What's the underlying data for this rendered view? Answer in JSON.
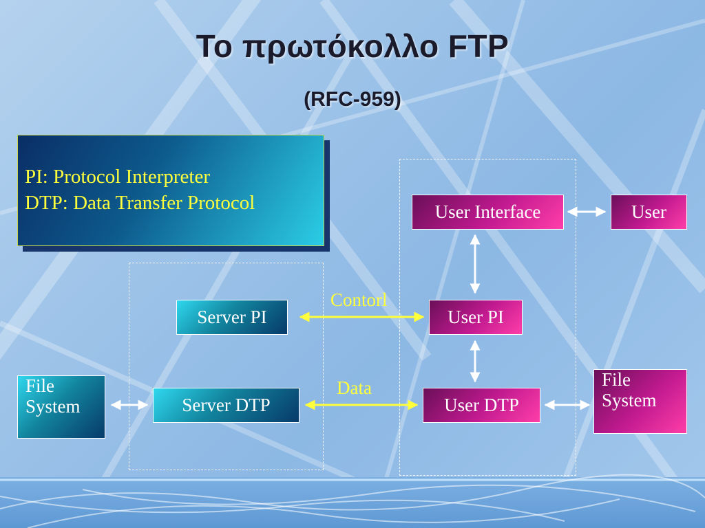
{
  "title": "Το πρωτόκολλο FTP",
  "subtitle": "(RFC-959)",
  "legend": {
    "line1": "PI: Protocol Interpreter",
    "line2": "DTP: Data Transfer Protocol"
  },
  "nodes": {
    "user_interface": "User Interface",
    "user": "User",
    "server_pi": "Server PI",
    "user_pi": "User PI",
    "server_dtp": "Server DTP",
    "user_dtp": "User DTP",
    "file_system_left": {
      "line1": "File",
      "line2": "System"
    },
    "file_system_right": {
      "line1": "File",
      "line2": "System"
    }
  },
  "edges": {
    "control_label": "Contorl",
    "data_label": "Data"
  },
  "colors": {
    "server_side_boxes": "#12849e",
    "user_side_boxes": "#c21a90",
    "highlight_text": "#ffff3c",
    "white_arrows": "#ffffff"
  }
}
